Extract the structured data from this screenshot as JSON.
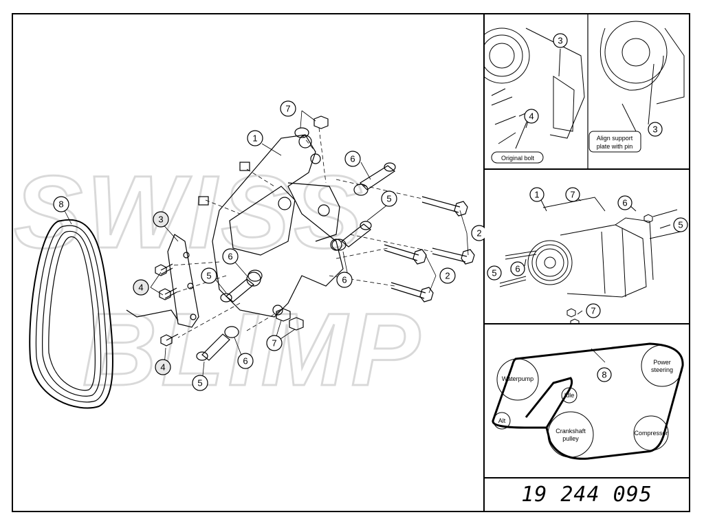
{
  "watermark": {
    "line1": "SWISS",
    "line2": "BLIMP"
  },
  "main": {
    "callouts": [
      {
        "id": "c1",
        "label": "1"
      },
      {
        "id": "c2a",
        "label": "2"
      },
      {
        "id": "c2b",
        "label": "2"
      },
      {
        "id": "c3",
        "label": "3"
      },
      {
        "id": "c4a",
        "label": "4"
      },
      {
        "id": "c4b",
        "label": "4"
      },
      {
        "id": "c5a",
        "label": "5"
      },
      {
        "id": "c5b",
        "label": "5"
      },
      {
        "id": "c5c",
        "label": "5"
      },
      {
        "id": "c6a",
        "label": "6"
      },
      {
        "id": "c6b",
        "label": "6"
      },
      {
        "id": "c6c",
        "label": "6"
      },
      {
        "id": "c6d",
        "label": "6"
      },
      {
        "id": "c7a",
        "label": "7"
      },
      {
        "id": "c7b",
        "label": "7"
      },
      {
        "id": "c8",
        "label": "8"
      }
    ]
  },
  "detail_top": {
    "callout_3a": "3",
    "callout_4": "4",
    "callout_3b": "3",
    "original_bolt": "Original bolt",
    "align_line1": "Align support",
    "align_line2": "plate with pin"
  },
  "detail_middle": {
    "c1": "1",
    "c7a": "7",
    "c6a": "6",
    "c5a": "5",
    "c5b": "5",
    "c6b": "6",
    "c7b": "7"
  },
  "belt_routing": {
    "callout": "8",
    "pulleys": {
      "water_pump": "Waterpump",
      "power_steering_1": "Power",
      "power_steering_2": "steering",
      "idle": "Idle",
      "alt": "Alt",
      "crankshaft_1": "Crankshaft",
      "crankshaft_2": "pulley",
      "compressor": "Compressor"
    }
  },
  "part_number": "19 244 095"
}
